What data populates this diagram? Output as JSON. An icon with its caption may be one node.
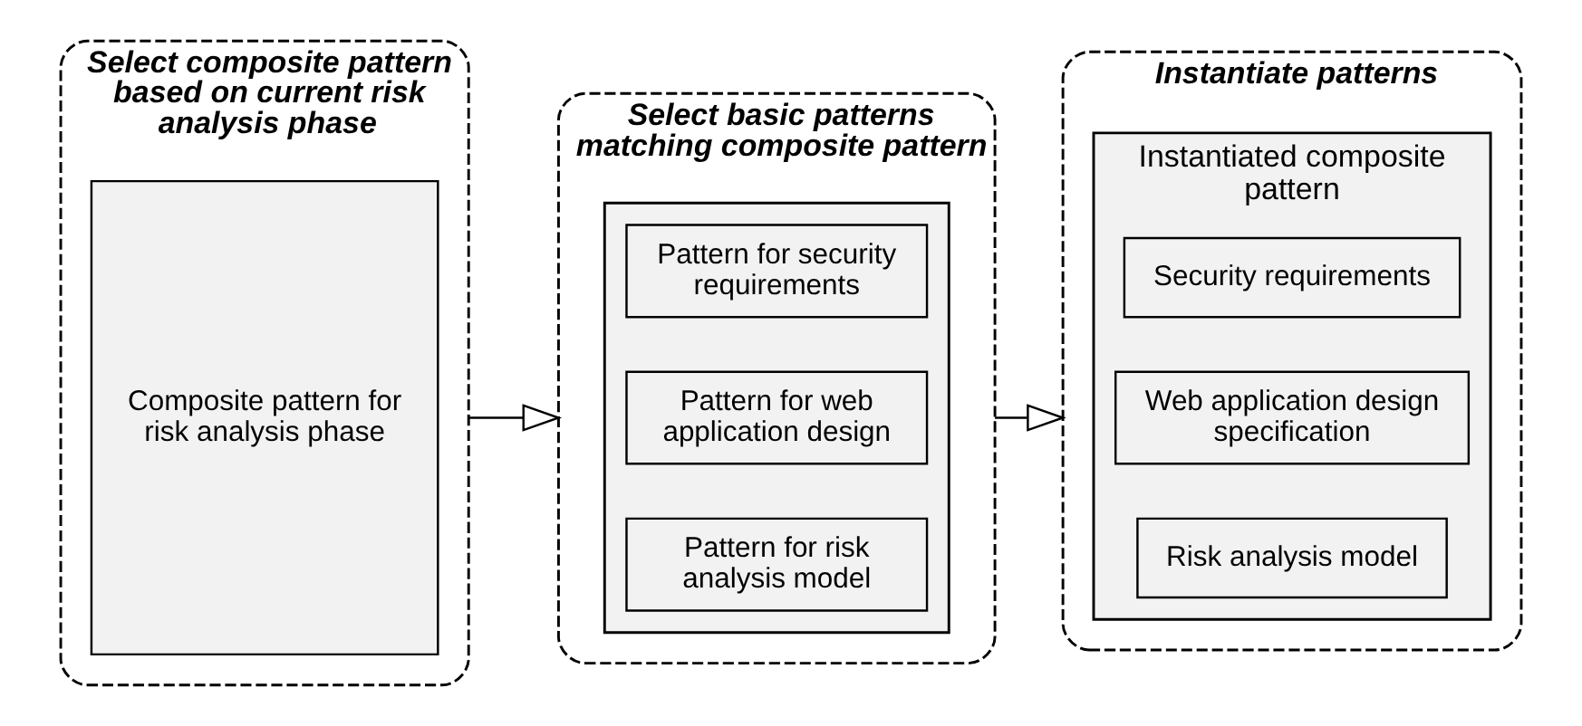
{
  "diagram": {
    "nodes": [
      {
        "text": [
          "Select composite pattern based on current risk analysis phase"
        ]
      },
      {
        "text": [
          "Composite pattern for risk analysis phase"
        ],
        "in": 0
      },
      {
        "text": [
          "Select basic patterns matching composite pattern"
        ]
      },
      {
        "text": [],
        "shape": "box",
        "in": 2
      },
      {
        "text": [
          "Pattern for security requirements"
        ],
        "in": 3
      },
      {
        "text": [
          "Pattern for web application design"
        ],
        "in": 3
      },
      {
        "text": [
          "Pattern for risk analysis model"
        ],
        "in": 3
      },
      {
        "text": [
          "Instantiate patterns"
        ]
      },
      {
        "text": [
          "Instantiated composite pattern"
        ],
        "in": 7
      },
      {
        "text": [
          "Security requirements"
        ],
        "in": 8
      },
      {
        "text": [
          "Web application design specification"
        ],
        "in": 8
      },
      {
        "text": [
          "Risk analysis model"
        ],
        "in": 8
      }
    ],
    "edges": [
      {
        "from": 0,
        "to": 2,
        "arrow": "to"
      },
      {
        "from": 2,
        "to": 7,
        "arrow": "to"
      }
    ]
  }
}
